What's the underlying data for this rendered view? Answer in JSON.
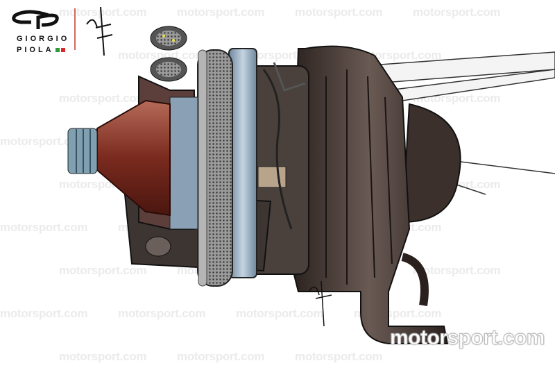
{
  "logo": {
    "line1": "GIORGIO",
    "line2": "PIOLA",
    "flag_colors": [
      "#2e9a3a",
      "#d62828"
    ],
    "divider_color": "#c0392b"
  },
  "watermark": {
    "text": "motorsport.com",
    "color": "#ebebeb"
  },
  "brand_watermark": "motorsport.com",
  "colors": {
    "hub": "#7a2a1e",
    "disc": "#8a8a8a",
    "carrier": "#9fb4c8",
    "duct": "#3b302c"
  }
}
